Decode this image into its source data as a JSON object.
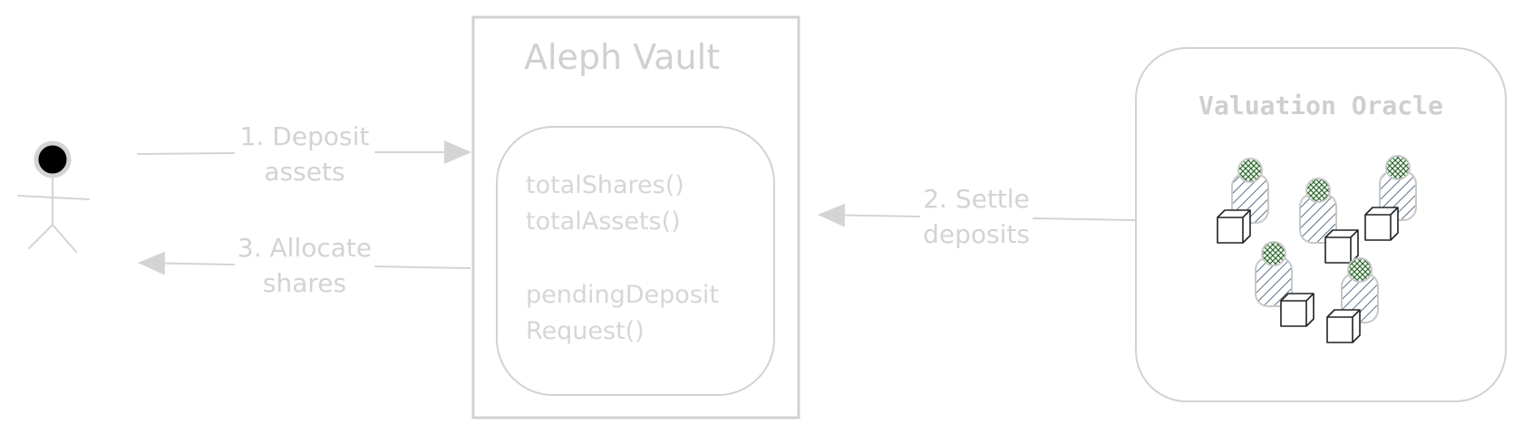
{
  "actor": {
    "icon": "stick-figure-user-icon"
  },
  "vault": {
    "title": "Aleph Vault",
    "functions": [
      "totalShares()",
      "totalAssets()",
      "pendingDeposit",
      "Request()"
    ]
  },
  "oracle": {
    "title": "Valuation Oracle",
    "icon": "validator-nodes-icon"
  },
  "edges": {
    "deposit": {
      "line1": "1. Deposit",
      "line2": "assets"
    },
    "settle": {
      "line1": "2. Settle",
      "line2": "deposits"
    },
    "allocate": {
      "line1": "3. Allocate",
      "line2": "shares"
    }
  },
  "colors": {
    "stroke": "#d4d4d4",
    "text": "#d3d3d3",
    "hatch": "#2f4f6f",
    "node_head": "#2e6b2e",
    "actor_head": "#000000"
  }
}
